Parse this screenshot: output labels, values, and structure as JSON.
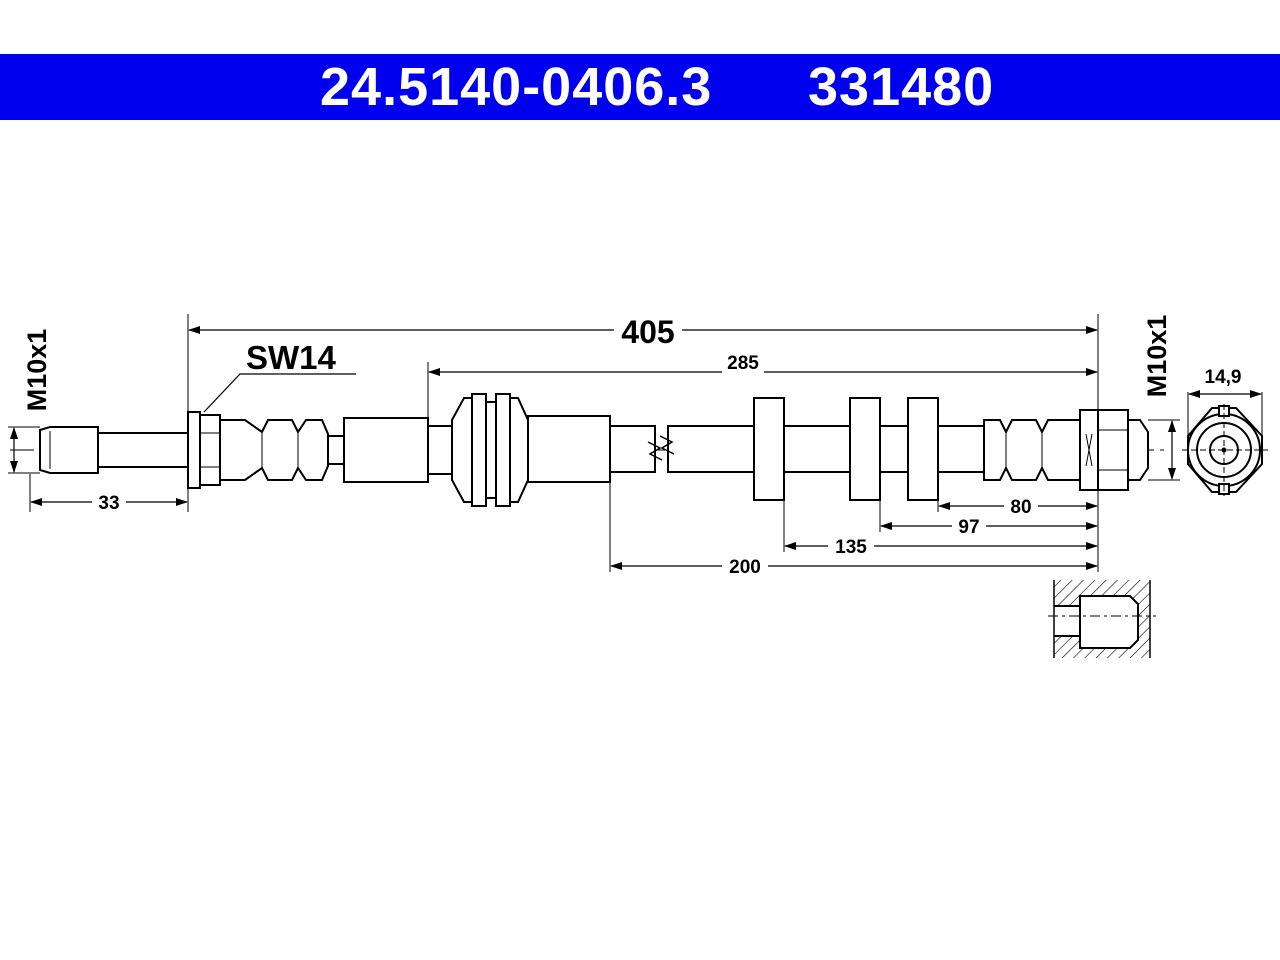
{
  "header": {
    "part_number": "24.5140-0406.3",
    "ref_number": "331480",
    "band_color": "#0000ee",
    "text_color": "#ffffff"
  },
  "labels": {
    "thread_left": "M10x1",
    "thread_right": "M10x1",
    "wrench_size": "SW14",
    "end_view_width": "14,9"
  },
  "dimensions": {
    "overall_length": "405",
    "hose_length": "285",
    "left_thread_length": "33",
    "to_bracket_1": "80",
    "to_bracket_2": "97",
    "to_bracket_3": "135",
    "to_fitting": "200"
  }
}
